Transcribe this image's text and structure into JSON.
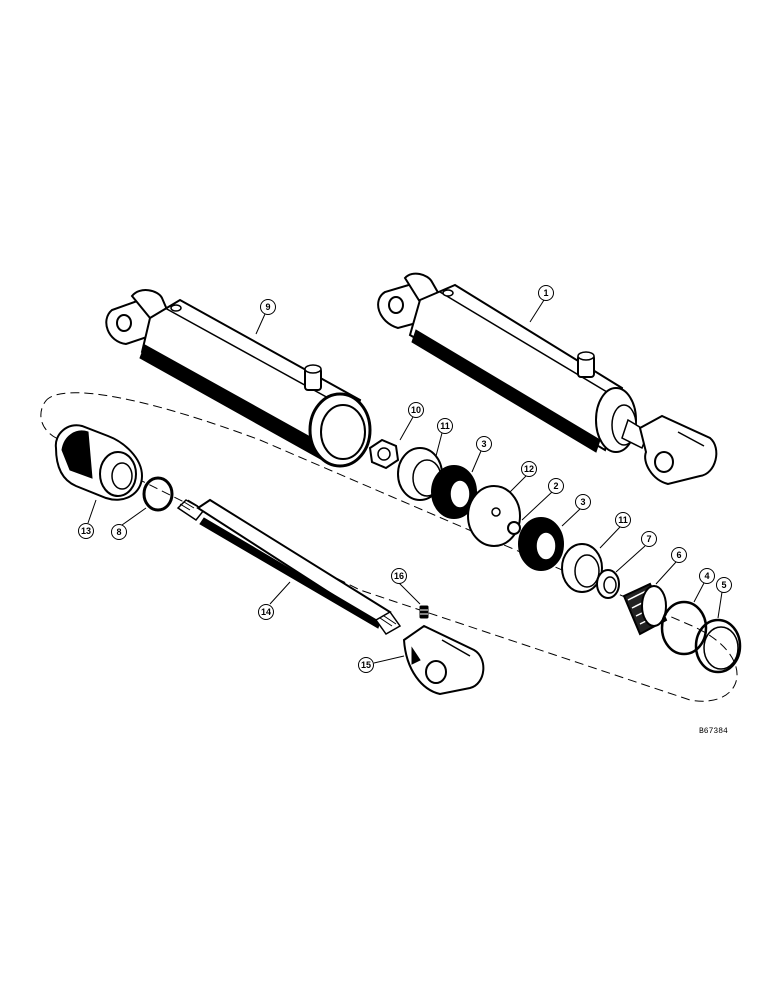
{
  "diagram": {
    "reference_code": "B67384",
    "callouts": [
      {
        "id": "1",
        "label": "1"
      },
      {
        "id": "2",
        "label": "2"
      },
      {
        "id": "3a",
        "label": "3"
      },
      {
        "id": "3b",
        "label": "3"
      },
      {
        "id": "4",
        "label": "4"
      },
      {
        "id": "5",
        "label": "5"
      },
      {
        "id": "6",
        "label": "6"
      },
      {
        "id": "7",
        "label": "7"
      },
      {
        "id": "8",
        "label": "8"
      },
      {
        "id": "9",
        "label": "9"
      },
      {
        "id": "10",
        "label": "10"
      },
      {
        "id": "11a",
        "label": "11"
      },
      {
        "id": "11b",
        "label": "11"
      },
      {
        "id": "12",
        "label": "12"
      },
      {
        "id": "13",
        "label": "13"
      },
      {
        "id": "14",
        "label": "14"
      },
      {
        "id": "15",
        "label": "15"
      },
      {
        "id": "16",
        "label": "16"
      }
    ]
  }
}
